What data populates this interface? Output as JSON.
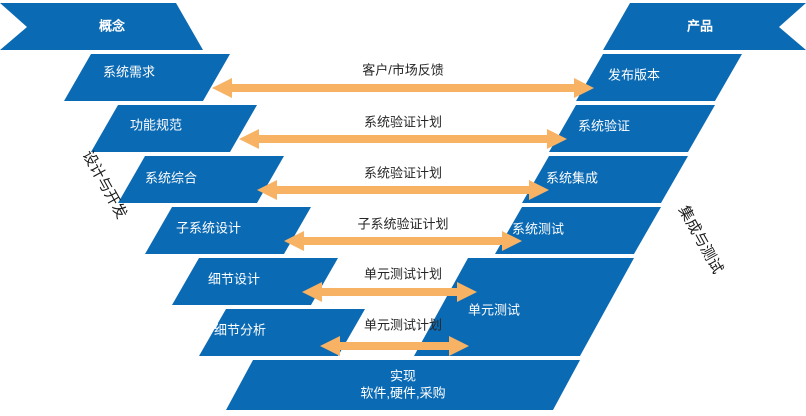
{
  "diagram": {
    "title_left_cap": "概念",
    "title_right_cap": "产品",
    "side_label_left": "设计与开发",
    "side_label_right": "集成与测试",
    "colors": {
      "shape_blue": "#0B6AB4",
      "arrow_orange": "#F7B264",
      "background": "#FFFFFF",
      "shape_text": "#FFFFFF",
      "arrow_text": "#262626"
    },
    "left_stages": [
      {
        "label": "系统需求"
      },
      {
        "label": "功能规范"
      },
      {
        "label": "系统综合"
      },
      {
        "label": "子系统设计"
      },
      {
        "label": "细节设计"
      },
      {
        "label": "细节分析"
      }
    ],
    "right_stages": [
      {
        "label": "发布版本"
      },
      {
        "label": "系统验证"
      },
      {
        "label": "系统集成"
      },
      {
        "label": "系统测试"
      },
      {
        "label": "单元测试"
      }
    ],
    "connectors": [
      {
        "label": "客户/市场反馈",
        "direction": "bidirectional"
      },
      {
        "label": "系统验证计划",
        "direction": "bidirectional"
      },
      {
        "label": "系统验证计划",
        "direction": "bidirectional"
      },
      {
        "label": "子系统验证计划",
        "direction": "bidirectional"
      },
      {
        "label": "单元测试计划",
        "direction": "bidirectional"
      },
      {
        "label": "单元测试计划",
        "direction": "bidirectional"
      }
    ],
    "bottom_band": {
      "line1": "实现",
      "line2": "软件,硬件,采购"
    }
  }
}
